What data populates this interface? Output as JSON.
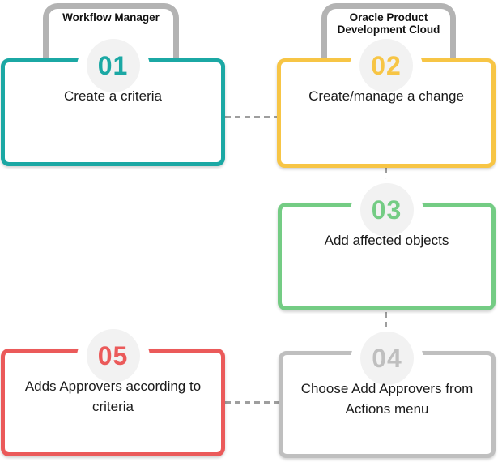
{
  "diagram": {
    "type": "workflow",
    "background": "#ffffff",
    "lanes": [
      {
        "label": "Workflow Manager",
        "covers_steps": [
          "01"
        ]
      },
      {
        "label": "Oracle Product Development Cloud",
        "covers_steps": [
          "02"
        ]
      }
    ],
    "steps": [
      {
        "number": "01",
        "label": "Create a criteria",
        "color": "#1BA8A4"
      },
      {
        "number": "02",
        "label": "Create/manage a change",
        "color": "#F7C545"
      },
      {
        "number": "03",
        "label": "Add affected objects",
        "color": "#74CC84"
      },
      {
        "number": "04",
        "label": "Choose Add Approvers from Actions menu",
        "color": "#BFBFBF"
      },
      {
        "number": "05",
        "label": "Adds Approvers according to criteria",
        "color": "#EB5A5A"
      }
    ],
    "connectors": [
      {
        "from": "01",
        "to": "02",
        "orientation": "horizontal",
        "style": "dashed"
      },
      {
        "from": "02",
        "to": "03",
        "orientation": "vertical",
        "style": "dashed"
      },
      {
        "from": "03",
        "to": "04",
        "orientation": "vertical",
        "style": "dashed"
      },
      {
        "from": "05",
        "to": "04",
        "orientation": "horizontal",
        "style": "dashed"
      }
    ],
    "colors": {
      "bracket": "#B3B3B3",
      "dash": "#9E9E9E",
      "badge_background": "#F2F2F2",
      "text": "#1A1A1A"
    }
  }
}
